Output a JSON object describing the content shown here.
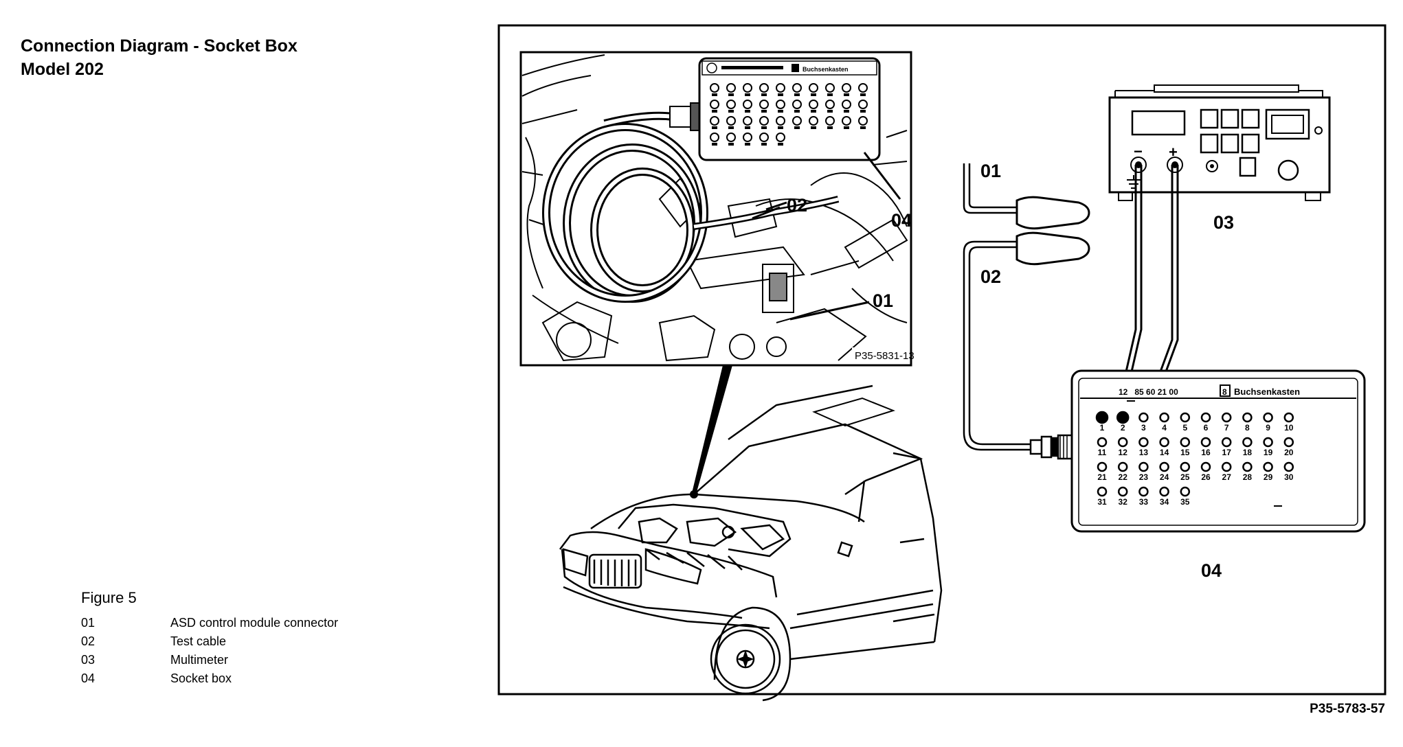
{
  "title": {
    "line1": "Connection Diagram - Socket Box",
    "line2": "Model 202"
  },
  "figure": {
    "label": "Figure 5",
    "items": [
      {
        "num": "01",
        "text": "ASD control module connector"
      },
      {
        "num": "02",
        "text": "Test cable"
      },
      {
        "num": "03",
        "text": "Multimeter"
      },
      {
        "num": "04",
        "text": "Socket box"
      }
    ]
  },
  "photo": {
    "code": "P35-5831-13",
    "labels": {
      "c01": "01",
      "c02": "02",
      "c04": "04"
    },
    "box_header": "Buchsenkasten"
  },
  "schematic": {
    "labels": {
      "c01": "01",
      "c02": "02",
      "c03": "03",
      "c04": "04"
    },
    "socket_header_digits": "12   85 60 21 00",
    "socket_header_badge": "8",
    "socket_header_text": "Buchsenkasten",
    "minus": "−",
    "plus": "+",
    "socket_numbers": [
      "1",
      "2",
      "3",
      "4",
      "5",
      "6",
      "7",
      "8",
      "9",
      "10",
      "11",
      "12",
      "13",
      "14",
      "15",
      "16",
      "17",
      "18",
      "19",
      "20",
      "21",
      "22",
      "23",
      "24",
      "25",
      "26",
      "27",
      "28",
      "29",
      "30",
      "31",
      "32",
      "33",
      "34",
      "35"
    ],
    "filled_sockets": [
      "1",
      "2"
    ]
  },
  "reference_code": "P35-5783-57"
}
